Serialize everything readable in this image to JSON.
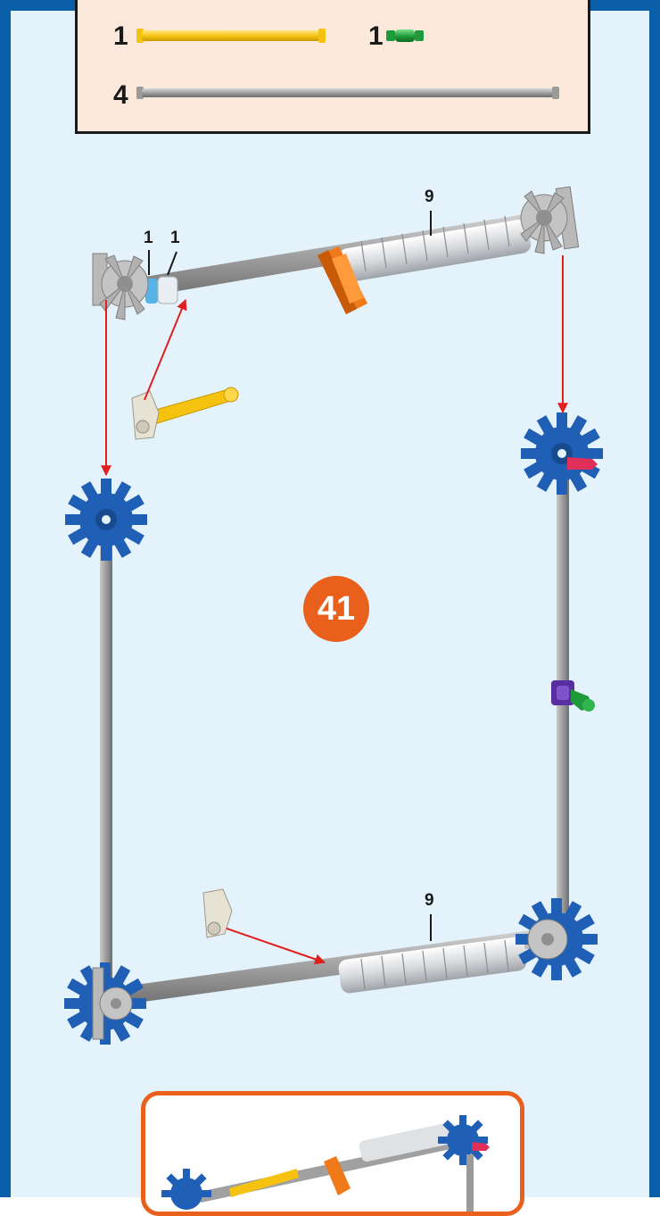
{
  "step": {
    "number": "41"
  },
  "parts_list": {
    "items": [
      {
        "qty": "1",
        "part": "yellow-rod-icon"
      },
      {
        "qty": "1",
        "part": "green-connector-icon"
      },
      {
        "qty": "4",
        "part": "grey-rod-icon"
      }
    ]
  },
  "callouts": {
    "top_spacer_count": "9",
    "ring_a": "1",
    "ring_b": "1",
    "bottom_spacer_count": "9"
  },
  "colors": {
    "frame_blue": "#0a5fa8",
    "panel_bg": "#e4f3fb",
    "parts_box_bg": "#fde9dc",
    "step_badge": "#e9601d",
    "arrow_red": "#e02020",
    "gear_blue": "#1f5fb5",
    "rod_grey": "#9a9a9a",
    "rod_yellow": "#f4c20f",
    "connector_green": "#1f9a3a",
    "connector_orange": "#f07a1a",
    "connector_purple": "#5a2ea0",
    "connector_red": "#e0305a"
  }
}
